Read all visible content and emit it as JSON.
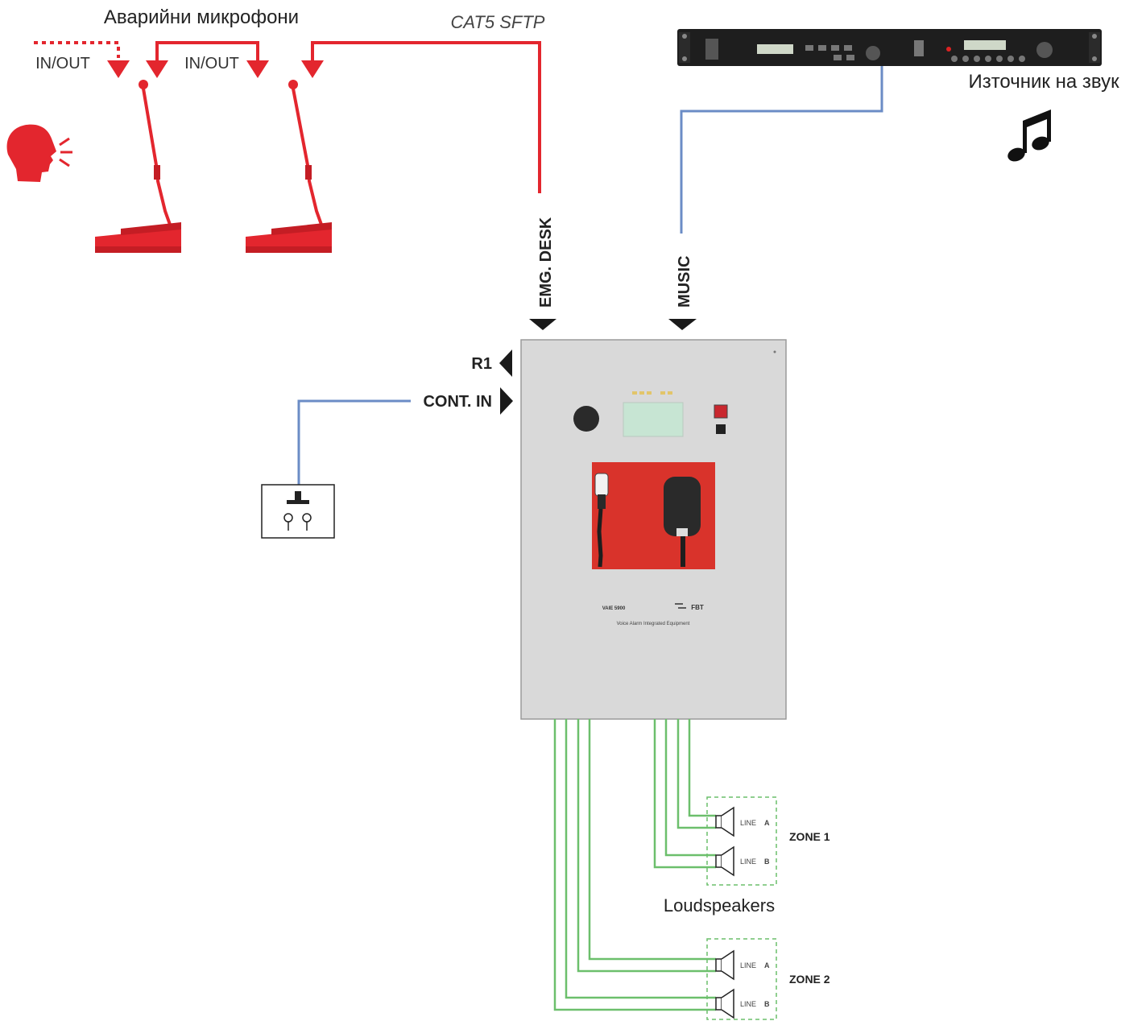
{
  "labels": {
    "emergency_mics": "Аварийни микрофони",
    "inout_1": "IN/OUT",
    "inout_2": "IN/OUT",
    "cable": "CAT5 SFTP",
    "sound_source": "Източник на звук",
    "emg_desk": "EMG. DESK",
    "music": "MUSIC",
    "r1": "R1",
    "cont_in": "CONT. IN",
    "loudspeakers": "Loudspeakers"
  },
  "cabinet": {
    "model": "VAIE 5900",
    "brand": "FBT",
    "subtitle": "Voice Alarm Integrated Equipment"
  },
  "zones": [
    {
      "label": "ZONE 1",
      "lines": [
        {
          "label": "LINE",
          "letter": "A"
        },
        {
          "label": "LINE",
          "letter": "B"
        }
      ]
    },
    {
      "label": "ZONE 2",
      "lines": [
        {
          "label": "LINE",
          "letter": "A"
        },
        {
          "label": "LINE",
          "letter": "B"
        }
      ]
    }
  ],
  "colors": {
    "red": "#e3262e",
    "blue": "#6b8cc6",
    "green": "#6cbf6c",
    "cabinet": "#d9d9d9",
    "panel_red": "#d9332b",
    "dark": "#222222"
  }
}
